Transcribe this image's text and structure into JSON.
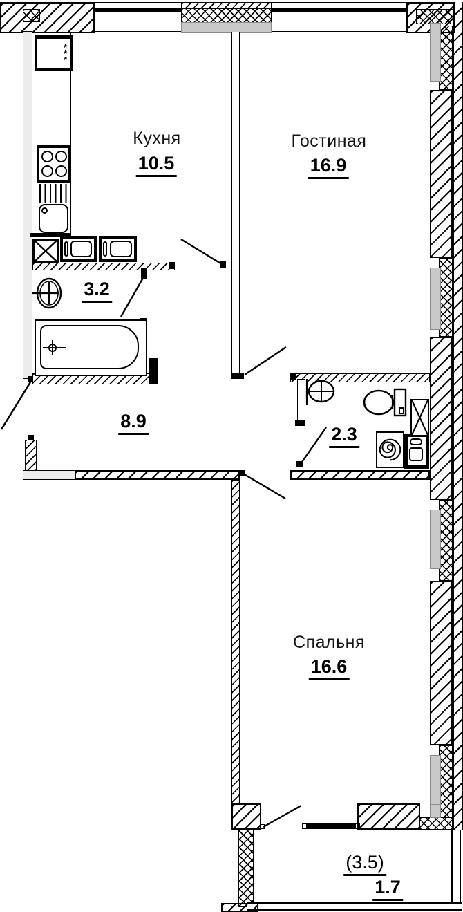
{
  "plan": {
    "title": "apartment-floor-plan",
    "rooms": [
      {
        "id": "kitchen",
        "name": "Кухня",
        "area": "10.5"
      },
      {
        "id": "living",
        "name": "Гостиная",
        "area": "16.9"
      },
      {
        "id": "bathroom",
        "name": "",
        "area": "3.2"
      },
      {
        "id": "hallway",
        "name": "",
        "area": "8.9"
      },
      {
        "id": "wc",
        "name": "",
        "area": "2.3"
      },
      {
        "id": "bedroom",
        "name": "Спальня",
        "area": "16.6"
      },
      {
        "id": "balcony",
        "name": "",
        "area_gross": "(3.5)",
        "area": "1.7"
      }
    ],
    "fixtures": [
      "fridge",
      "stove",
      "drainer",
      "kitchen-sink",
      "vent-shaft",
      "built-in-appliance",
      "built-in-appliance",
      "wash-basin",
      "bathtub",
      "wc-basin",
      "toilet",
      "washing-machine",
      "water-heater",
      "vent-shaft"
    ],
    "openings": [
      "entrance-door",
      "kitchen-door",
      "bathroom-door",
      "living-room-door",
      "wc-door",
      "bedroom-door",
      "balcony-door",
      "window-kitchen",
      "window-living",
      "window-balcony-block"
    ],
    "colors": {
      "line": "#000000",
      "pier_gray": "#c9c9c9",
      "wall_light": "#ececec",
      "background": "#ffffff"
    }
  }
}
